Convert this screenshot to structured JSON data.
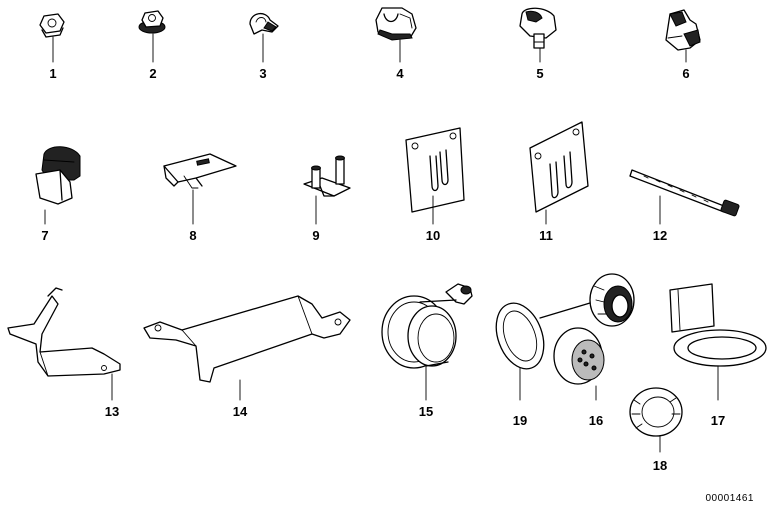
{
  "diagram": {
    "parts": [
      {
        "label": "1"
      },
      {
        "label": "2"
      },
      {
        "label": "3"
      },
      {
        "label": "4"
      },
      {
        "label": "5"
      },
      {
        "label": "6"
      },
      {
        "label": "7"
      },
      {
        "label": "8"
      },
      {
        "label": "9"
      },
      {
        "label": "10"
      },
      {
        "label": "11"
      },
      {
        "label": "12"
      },
      {
        "label": "13"
      },
      {
        "label": "14"
      },
      {
        "label": "15"
      },
      {
        "label": "16"
      },
      {
        "label": "17"
      },
      {
        "label": "18"
      },
      {
        "label": "19"
      }
    ],
    "reference_number": "00001461"
  }
}
